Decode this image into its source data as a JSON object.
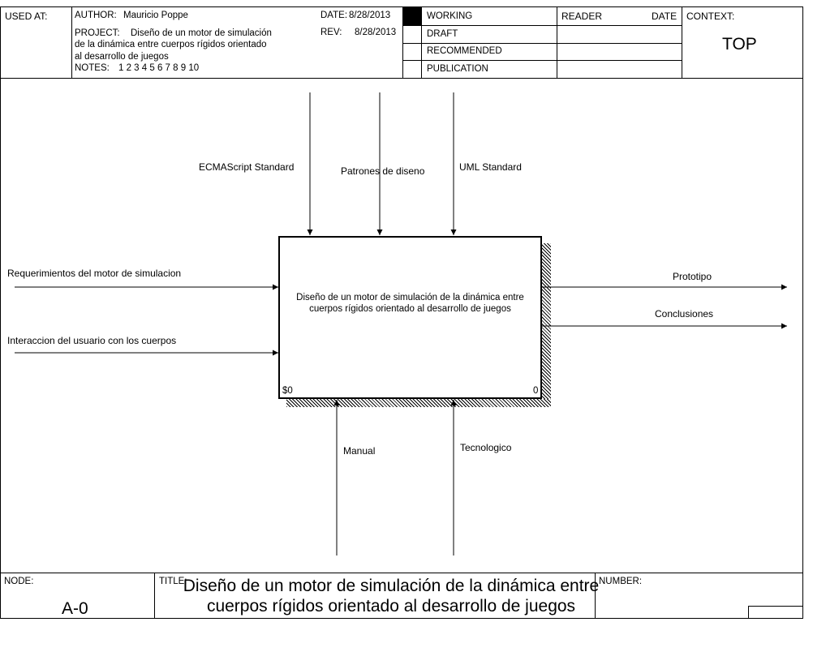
{
  "header": {
    "used_at_label": "USED AT:",
    "author_label": "AUTHOR:",
    "author_value": "Mauricio Poppe",
    "date_label": "DATE:",
    "date_value": "8/28/2013",
    "rev_label": "REV:",
    "rev_value": "8/28/2013",
    "project_label": "PROJECT:",
    "project_lines": [
      "Diseño de un motor de simulación",
      "de la dinámica entre cuerpos rígidos orientado",
      "al desarrollo de juegos"
    ],
    "notes_label": "NOTES:",
    "notes_value": "1  2  3  4  5  6  7  8  9  10",
    "status": [
      "WORKING",
      "DRAFT",
      "RECOMMENDED",
      "PUBLICATION"
    ],
    "status_selected": "WORKING",
    "reader_label": "READER",
    "reader_date_label": "DATE",
    "context_label": "CONTEXT:",
    "context_value": "TOP"
  },
  "activity": {
    "label": "Diseño de un motor de simulación de la dinámica entre cuerpos rígidos orientado al desarrollo de juegos",
    "cost": "$0",
    "number": "0"
  },
  "arrows": {
    "controls": [
      "ECMAScript Standard",
      "Patrones de diseno",
      "UML Standard"
    ],
    "inputs": [
      "Requerimientos del motor de simulacion",
      "Interaccion del usuario con los cuerpos"
    ],
    "outputs": [
      "Prototipo",
      "Conclusiones"
    ],
    "mechanisms": [
      "Manual",
      "Tecnologico"
    ]
  },
  "footer": {
    "node_label": "NODE:",
    "node_value": "A-0",
    "title_label": "TITLE:",
    "title_value": "Diseño de un motor de simulación de la dinámica entre cuerpos rígidos orientado al desarrollo de juegos",
    "number_label": "NUMBER:"
  }
}
